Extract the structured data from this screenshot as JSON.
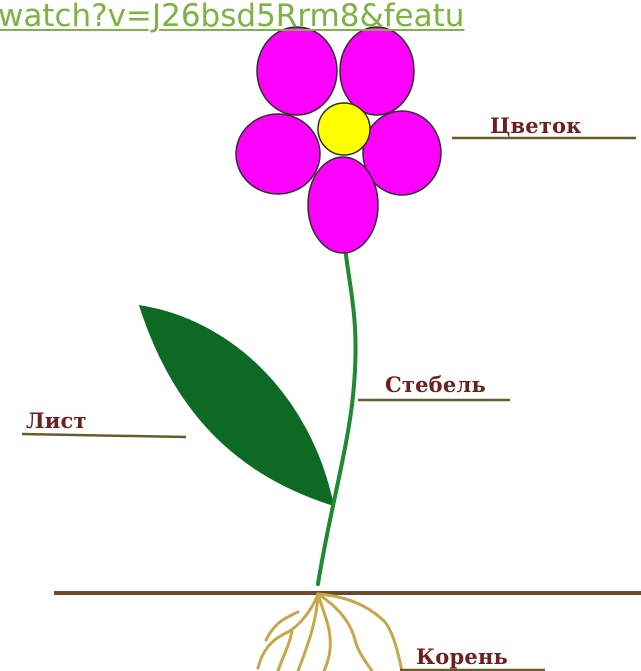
{
  "link": {
    "text": "watch?v=J26bsd5Rrm8&featu"
  },
  "labels": {
    "flower": "Цветок",
    "stem": "Стебель",
    "leaf": "Лист",
    "root": "Корень"
  },
  "colors": {
    "link": "#7cb342",
    "petal": "#ff00ff",
    "flower_center": "#ffff00",
    "outline": "#2e2e2e",
    "stem": "#1f8a2e",
    "leaf": "#0c6a24",
    "ground": "#6b4a2b",
    "root": "#c8a64a",
    "label_text": "#6e1f1f",
    "label_line": "#6b5a2a"
  }
}
